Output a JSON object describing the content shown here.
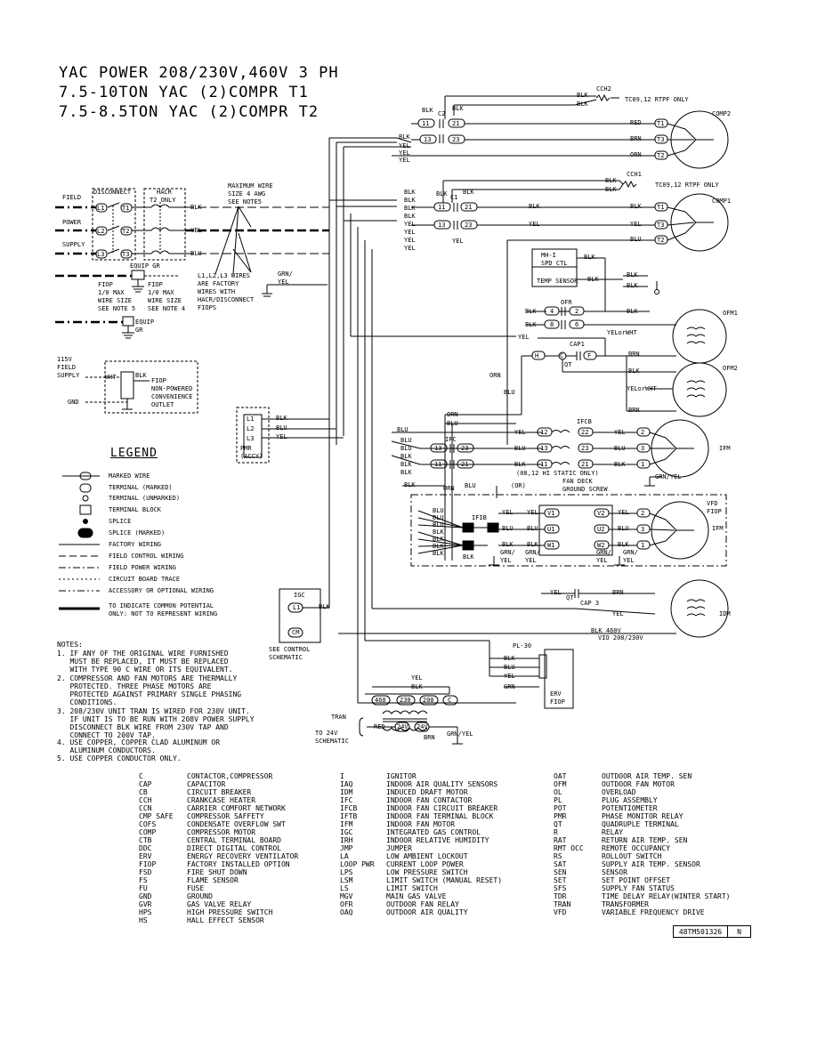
{
  "title": {
    "line1": "YAC POWER 208/230V,460V 3 PH",
    "line2": "7.5-10TON YAC (2)COMPR T1",
    "line3": "7.5-8.5TON YAC (2)COMPR T2"
  },
  "field_power": {
    "field": "FIELD",
    "power": "POWER",
    "supply": "SUPPLY",
    "disconnect": "DISCONNECT",
    "hacr": "HACR",
    "t2_only": "T2 ONLY",
    "l1": "L1",
    "l2": "L2",
    "l3": "L3",
    "t1": "T1",
    "t2": "T2",
    "t3": "T3",
    "equip_gr": "EQUIP GR",
    "fiop_left": "FIOP\n1/0 MAX\nWIRE SIZE\nSEE NOTE 5",
    "fiop_right": "FIOP\n1/0 MAX\nWIRE SIZE\nSEE NOTE 4",
    "max_wire": "MAXIMUM WIRE\nSIZE 4 AWG\nSEE NOTE5",
    "factory_wires": "L1,L2,L3 WIRES\nARE FACTORY\nWIRES WITH\nHACR/DISCONNECT\nFIOPS",
    "equip_gr2": "EQUIP\nGR",
    "grn_yel": "GRN/\nYEL"
  },
  "convenience": {
    "volt": "115V\nFIELD\nSUPPLY",
    "wht": "WHT",
    "blk": "BLK",
    "gnd": "GND",
    "fiop": "FIOP\nNON-POWERED\nCONVENIENCE\nOUTLET"
  },
  "pmr": {
    "label": "PMR\n(ACCY)",
    "l1": "L1",
    "l2": "L2",
    "l3": "L3"
  },
  "comp": {
    "comp2": "COMP2",
    "comp1": "COMP1",
    "cch2": "CCH2",
    "cch1": "CCH1",
    "tc_note": "TC09,12 RTPF ONLY",
    "c2": "C2",
    "c1": "C1",
    "t1": "T1",
    "t2": "T2",
    "t3": "T3",
    "n11": "11",
    "n13": "13",
    "n21": "21",
    "n23": "23"
  },
  "ofm": {
    "ofm1": "OFM1",
    "ofm2": "OFM2",
    "ofr": "OFR",
    "cap1": "CAP1",
    "qt": "QT",
    "n2": "2",
    "n4": "4",
    "n6": "6",
    "n8": "8",
    "yel_or_wht": "YELorWHT",
    "mh": "MH-I\nSPD CTL",
    "temp_sensor": "TEMP SENSOR"
  },
  "ifm": {
    "ifm": "IFM",
    "ifcb": "IFCB",
    "ifc": "IFC",
    "static_note": "(08,12 HI STATIC ONLY)",
    "fan_deck": "FAN DECK\nGROUND SCREW",
    "or": "(OR)",
    "n1": "1",
    "n2": "2",
    "n3": "3",
    "n11": "11",
    "n12": "12",
    "n13": "13",
    "n21": "21",
    "n22": "22",
    "n23": "23"
  },
  "vfd": {
    "label": "VFD\nFIOP",
    "ifm": "IFM",
    "ifib": "IFIB",
    "v1": "V1",
    "u1": "U1",
    "w1": "W1",
    "v2": "V2",
    "u2": "U2",
    "w2": "W2"
  },
  "idm": {
    "label": "IDM",
    "cap3": "CAP 3",
    "qt": "QT",
    "blk_460": "BLK 460V",
    "vio": "VIO 208/230V"
  },
  "igc": {
    "label": "IGC",
    "l1": "L1",
    "cm": "CM",
    "see": "SEE CONTROL\nSCHEMATIC"
  },
  "erv": {
    "pl": "PL-30",
    "label": "ERV\nFIOP"
  },
  "tran": {
    "label": "TRAN",
    "to24": "TO 24V\nSCHEMATIC",
    "v460": "460",
    "v230": "230",
    "v200": "200",
    "c": "C",
    "v24a": "24V",
    "v24b": "24V",
    "red": "RED",
    "brn": "BRN",
    "grn_yel": "GRN/YEL"
  },
  "wires": {
    "blk": "BLK",
    "yel": "YEL",
    "blu": "BLU",
    "red": "RED",
    "brn": "BRN",
    "orn": "ORN",
    "grn": "GRN",
    "wht": "WHT",
    "grn_yel": "GRN/YEL",
    "grn_slash": "GRN/"
  },
  "legend": {
    "title": "LEGEND",
    "items": [
      "MARKED WIRE",
      "TERMINAL (MARKED)",
      "TERMINAL (UNMARKED)",
      "TERMINAL BLOCK",
      "SPLICE",
      "SPLICE (MARKED)",
      "FACTORY WIRING",
      "FIELD CONTROL WIRING",
      "FIELD POWER WIRING",
      "CIRCUIT BOARD TRACE",
      "ACCESSORY OR OPTIONAL WIRING",
      "TO INDICATE COMMON POTENTIAL\nONLY: NOT TO REPRESENT WIRING"
    ]
  },
  "notes": {
    "header": "NOTES:",
    "items": [
      "1. IF ANY OF THE ORIGINAL WIRE FURNISHED\n   MUST BE REPLACED, IT MUST BE REPLACED\n   WITH TYPE 90 C WIRE OR ITS EQUIVALENT.",
      "2. COMPRESSOR AND FAN MOTORS ARE THERMALLY\n   PROTECTED. THREE PHASE MOTORS ARE\n   PROTECTED AGAINST PRIMARY SINGLE PHASING\n   CONDITIONS.",
      "3. 208/230V UNIT TRAN IS WIRED FOR 230V UNIT.\n   IF UNIT IS TO BE RUN WITH 208V POWER SUPPLY\n   DISCONNECT BLK WIRE FROM 230V TAP AND\n   CONNECT TO 200V TAP.",
      "4. USE COPPER, COPPER CLAD ALUMINUM OR\n   ALUMINUM CONDUCTORS.",
      "5. USE COPPER CONDUCTOR ONLY."
    ]
  },
  "abbreviations": {
    "col1": [
      [
        "C",
        "CONTACTOR,COMPRESSOR"
      ],
      [
        "CAP",
        "CAPACITOR"
      ],
      [
        "CB",
        "CIRCUIT BREAKER"
      ],
      [
        "CCH",
        "CRANKCASE HEATER"
      ],
      [
        "CCN",
        "CARRIER COMFORT NETWORK"
      ],
      [
        "CMP SAFE",
        "COMPRESSOR SAFFETY"
      ],
      [
        "COFS",
        "CONDENSATE OVERFLOW SWT"
      ],
      [
        "COMP",
        "COMPRESSOR MOTOR"
      ],
      [
        "CTB",
        "CENTRAL TERMINAL BOARD"
      ],
      [
        "DDC",
        "DIRECT DIGITAL CONTROL"
      ],
      [
        "ERV",
        "ENERGY RECOVERY VENTILATOR"
      ],
      [
        "FIOP",
        "FACTORY INSTALLED OPTION"
      ],
      [
        "FSD",
        "FIRE SHUT DOWN"
      ],
      [
        "FS",
        "FLAME SENSOR"
      ],
      [
        "FU",
        "FUSE"
      ],
      [
        "GND",
        "GROUND"
      ],
      [
        "GVR",
        "GAS VALVE RELAY"
      ],
      [
        "HPS",
        "HIGH PRESSURE SWITCH"
      ],
      [
        "HS",
        "HALL EFFECT SENSOR"
      ]
    ],
    "col2": [
      [
        "I",
        "IGNITOR"
      ],
      [
        "IAQ",
        "INDOOR AIR QUALITY SENSORS"
      ],
      [
        "IDM",
        "INDUCED DRAFT MOTOR"
      ],
      [
        "IFC",
        "INDOOR FAN CONTACTOR"
      ],
      [
        "IFCB",
        "INDOOR FAN CIRCUIT BREAKER"
      ],
      [
        "IFTB",
        "INDOOR FAN TERMINAL BLOCK"
      ],
      [
        "IFM",
        "INDOOR FAN MOTOR"
      ],
      [
        "IGC",
        "INTEGRATED GAS CONTROL"
      ],
      [
        "IRH",
        "INDOOR RELATIVE HUMIDITY"
      ],
      [
        "JMP",
        "JUMPER"
      ],
      [
        "LA",
        "LOW AMBIENT LOCKOUT"
      ],
      [
        "LOOP PWR",
        "CURRENT LOOP POWER"
      ],
      [
        "LPS",
        "LOW PRESSURE SWITCH"
      ],
      [
        "LSM",
        "LIMIT SWITCH (MANUAL RESET)"
      ],
      [
        "LS",
        "LIMIT SWITCH"
      ],
      [
        "MGV",
        "MAIN GAS VALVE"
      ],
      [
        "OFR",
        "OUTDOOR FAN RELAY"
      ],
      [
        "OAQ",
        "OUTDOOR AIR QUALITY"
      ]
    ],
    "col3": [
      [
        "OAT",
        "OUTDOOR AIR TEMP. SEN"
      ],
      [
        "OFM",
        "OUTDOOR FAN MOTOR"
      ],
      [
        "OL",
        "OVERLOAD"
      ],
      [
        "PL",
        "PLUG ASSEMBLY"
      ],
      [
        "POT",
        "POTENTIOMETER"
      ],
      [
        "PMR",
        "PHASE MONITOR RELAY"
      ],
      [
        "QT",
        "QUADRUPLE TERMINAL"
      ],
      [
        "R",
        "RELAY"
      ],
      [
        "RAT",
        "RETURN AIR TEMP. SEN"
      ],
      [
        "RMT OCC",
        "REMOTE OCCUPANCY"
      ],
      [
        "RS",
        "ROLLOUT SWITCH"
      ],
      [
        "SAT",
        "SUPPLY AIR TEMP. SENSOR"
      ],
      [
        "SEN",
        "SENSOR"
      ],
      [
        "SET",
        "SET POINT OFFSET"
      ],
      [
        "SFS",
        "SUPPLY FAN STATUS"
      ],
      [
        "TDR",
        "TIME DELAY RELAY(WINTER START)"
      ],
      [
        "TRAN",
        "TRANSFORMER"
      ],
      [
        "VFD",
        "VARIABLE FREQUENCY DRIVE"
      ]
    ]
  },
  "doc": {
    "number": "48TM501326",
    "rev": "N"
  }
}
